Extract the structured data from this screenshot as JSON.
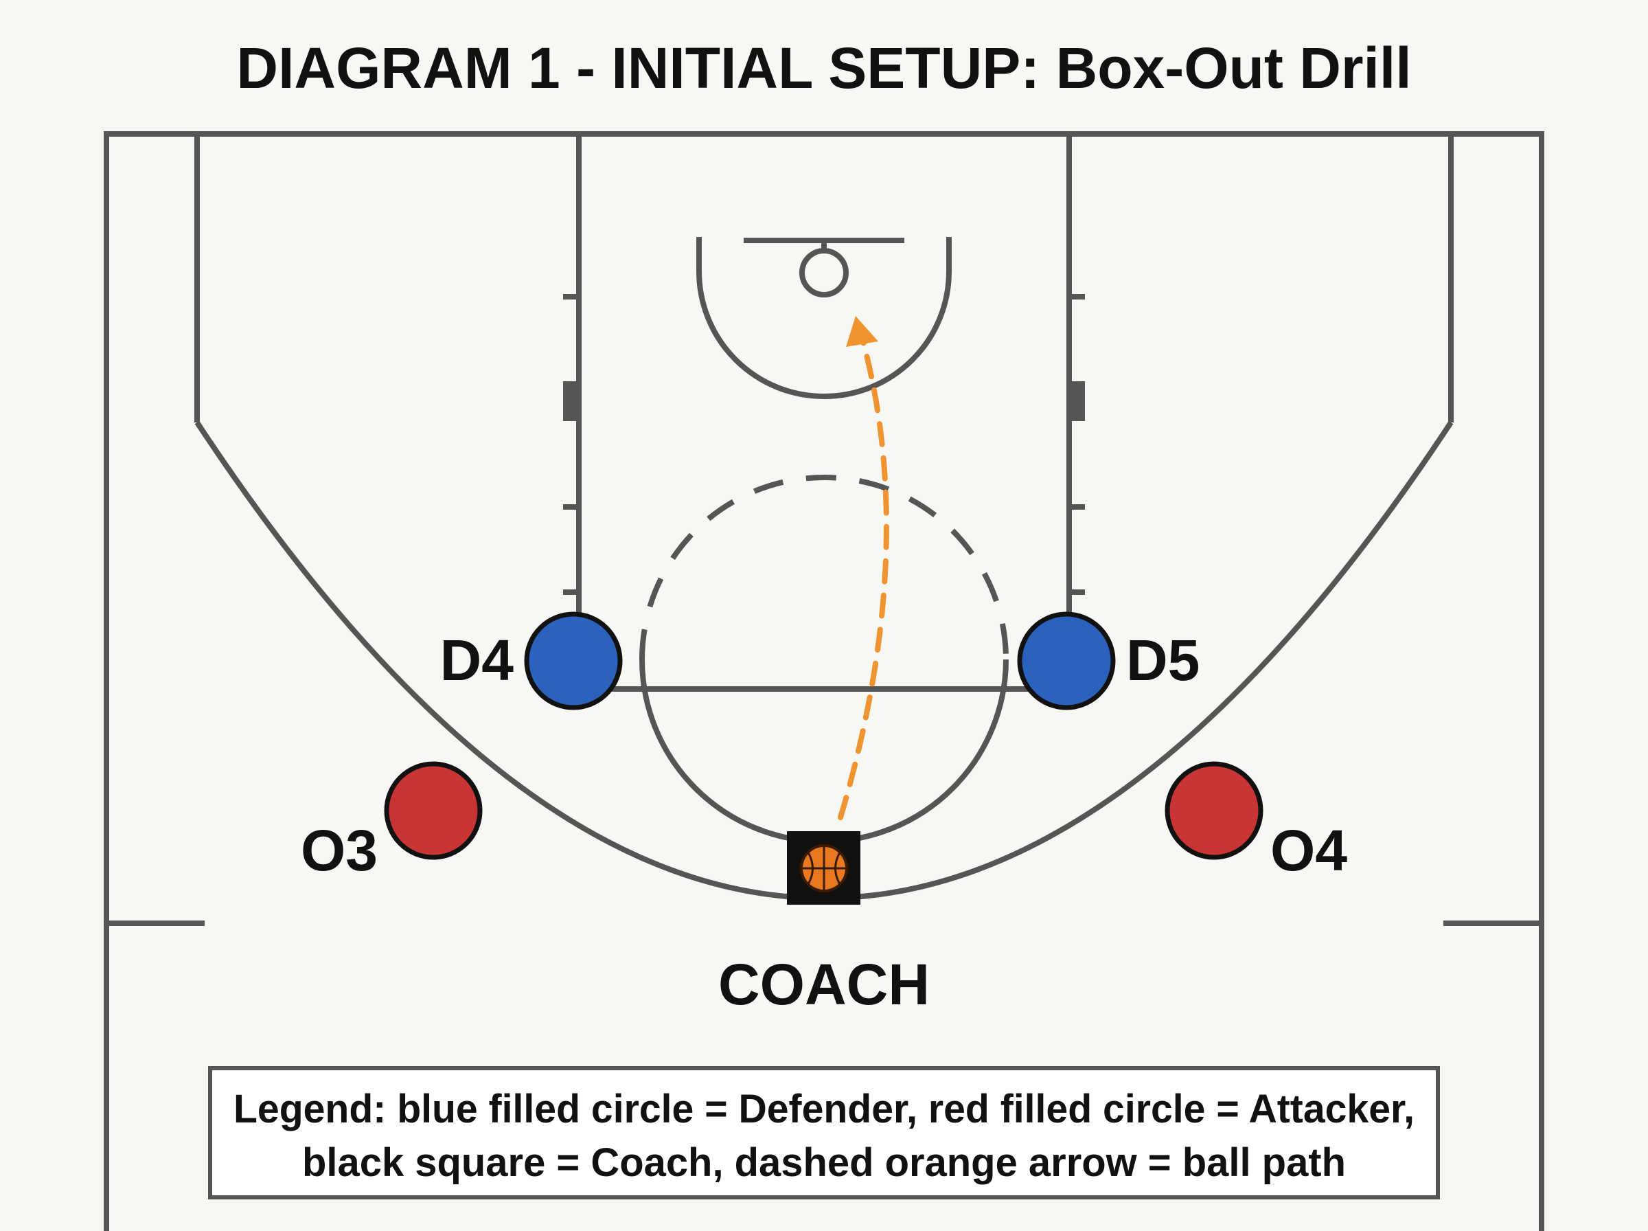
{
  "title": "DIAGRAM 1 - INITIAL SETUP: Box-Out Drill",
  "players": {
    "d4": {
      "label": "D4",
      "role": "Defender"
    },
    "d5": {
      "label": "D5",
      "role": "Defender"
    },
    "o3": {
      "label": "O3",
      "role": "Attacker"
    },
    "o4": {
      "label": "O4",
      "role": "Attacker"
    }
  },
  "coach": {
    "label": "COACH"
  },
  "legend": {
    "line1": "Legend: blue filled circle = Defender, red filled circle = Attacker,",
    "line2": "black square = Coach, dashed orange arrow = ball path"
  },
  "colors": {
    "defender": "#2a62bd",
    "attacker": "#c93434",
    "coach": "#111111",
    "ball": "#e8791f",
    "ball_path": "#ef9431",
    "court_lines": "#555555",
    "background": "#f7f7f4"
  },
  "icons": {
    "ball": "basketball-icon",
    "arrow": "arrowhead-icon"
  }
}
